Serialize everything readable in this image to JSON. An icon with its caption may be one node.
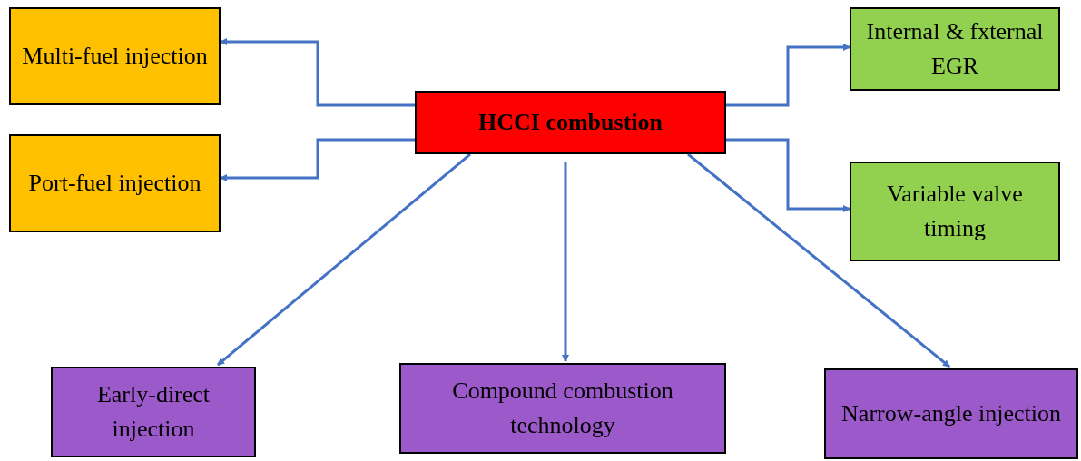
{
  "diagram": {
    "nodes": [
      {
        "text": [
          "HCCI combustion"
        ]
      },
      {
        "text": [
          "Multi-fuel injection"
        ]
      },
      {
        "text": [
          "Port-fuel injection"
        ]
      },
      {
        "text": [
          "Internal & fxternal EGR"
        ]
      },
      {
        "text": [
          "Variable valve timing"
        ]
      },
      {
        "text": [
          "Early-direct injection"
        ]
      },
      {
        "text": [
          "Compound combustion technology"
        ]
      },
      {
        "text": [
          "Narrow-angle injection"
        ]
      }
    ],
    "edges": [
      {
        "from": 0,
        "to": 1,
        "arrow": "to"
      },
      {
        "from": 0,
        "to": 2,
        "arrow": "to"
      },
      {
        "from": 0,
        "to": 3,
        "arrow": "to"
      },
      {
        "from": 0,
        "to": 4,
        "arrow": "to"
      },
      {
        "from": 0,
        "to": 5,
        "arrow": "to"
      },
      {
        "from": 0,
        "to": 6,
        "arrow": "to"
      },
      {
        "from": 0,
        "to": 7,
        "arrow": "to"
      }
    ]
  }
}
